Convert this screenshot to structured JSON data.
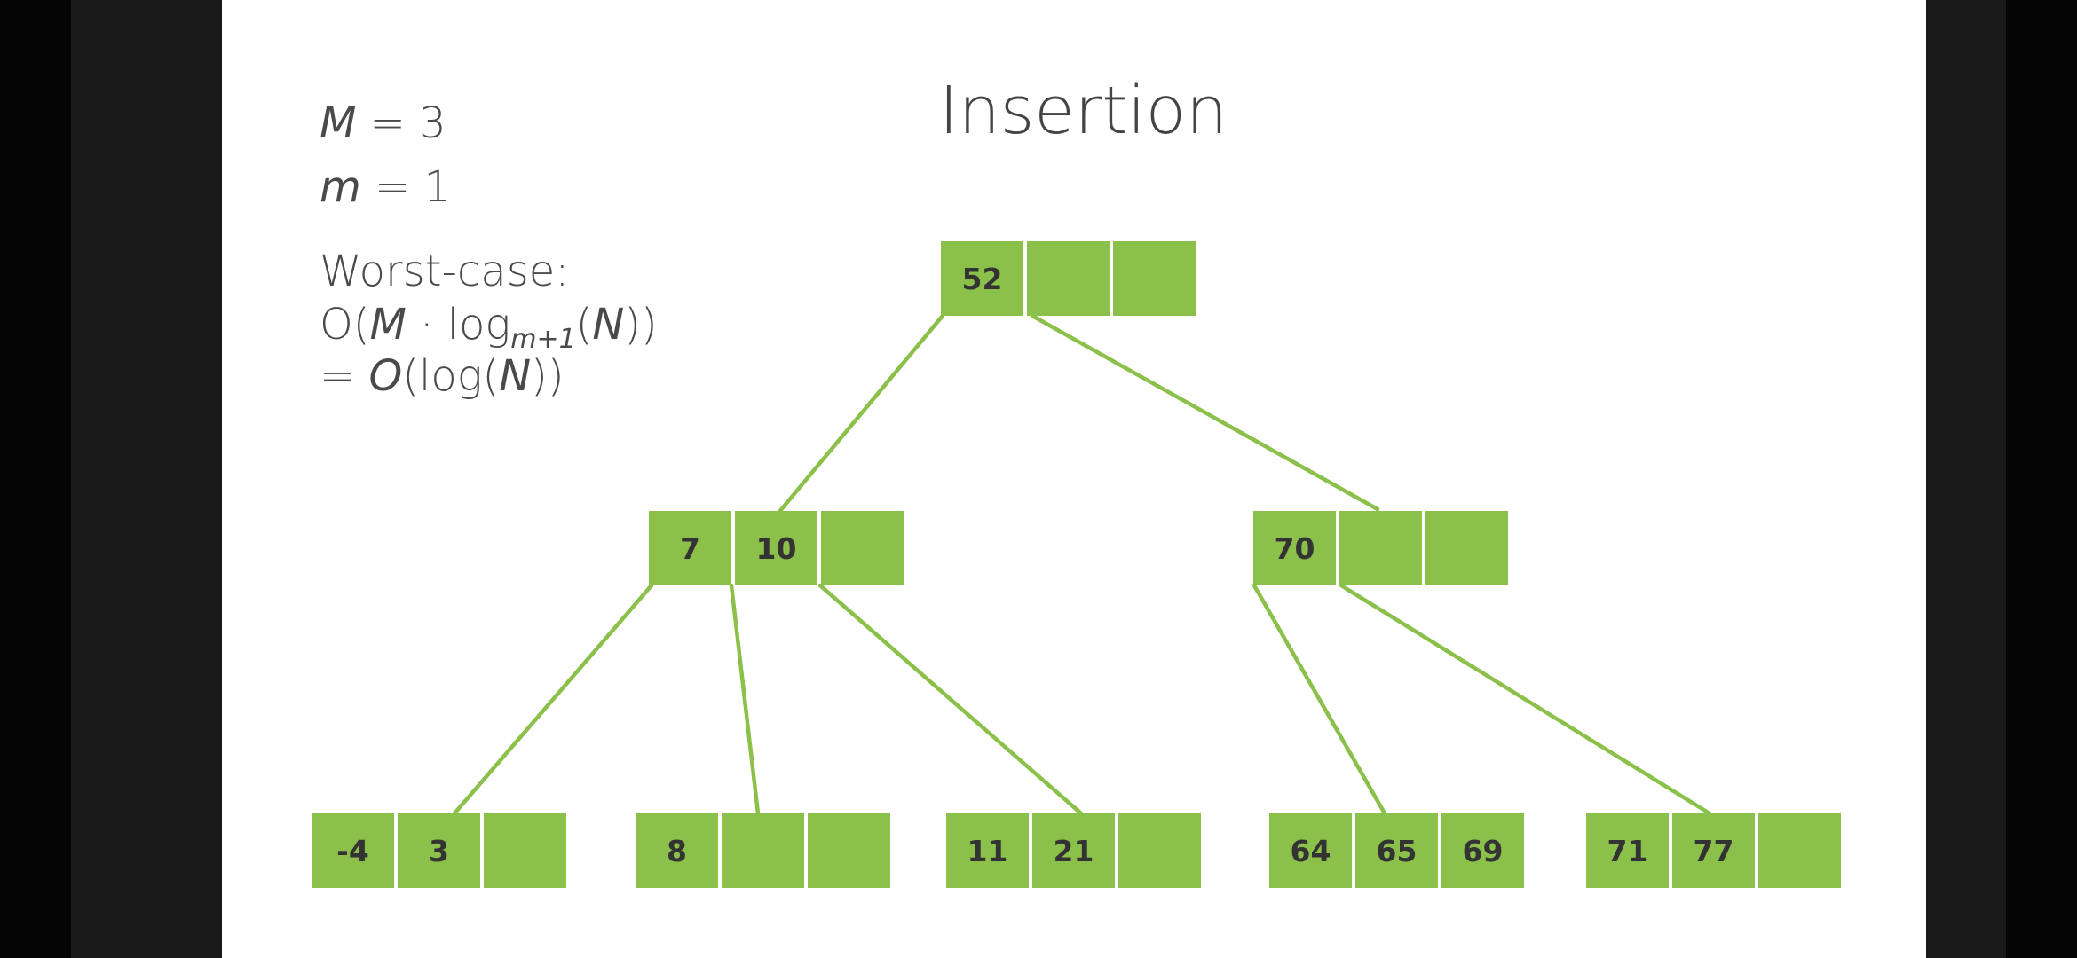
{
  "slide": {
    "title": "Insertion",
    "params": {
      "M_symbol": "M",
      "M_value": " = 3",
      "m_symbol": "m",
      "m_value": " = 1"
    },
    "worst_case": {
      "label": "Worst-case:",
      "l2_prefix": "O(",
      "l2_M": "M",
      "l2_dot": " · log",
      "l2_sub": "m+1",
      "l2_open": "(",
      "l2_N": "N",
      "l2_close": "))",
      "l3_prefix": "= ",
      "l3_O": "O",
      "l3_mid": "(log(",
      "l3_N": "N",
      "l3_close": "))"
    }
  },
  "tree": {
    "root": [
      "52",
      "",
      ""
    ],
    "internal_left": [
      "7",
      "10",
      ""
    ],
    "internal_right": [
      "70",
      "",
      ""
    ],
    "leaves": [
      [
        "-4",
        "3",
        ""
      ],
      [
        "8",
        "",
        ""
      ],
      [
        "11",
        "21",
        ""
      ],
      [
        "64",
        "65",
        "69"
      ],
      [
        "71",
        "77",
        ""
      ]
    ]
  },
  "colors": {
    "node_fill": "#8bc14a",
    "edge": "#8bc14a",
    "key_text": "#333333",
    "background": "#ffffff"
  },
  "player": {
    "play_icon": "play-icon"
  }
}
